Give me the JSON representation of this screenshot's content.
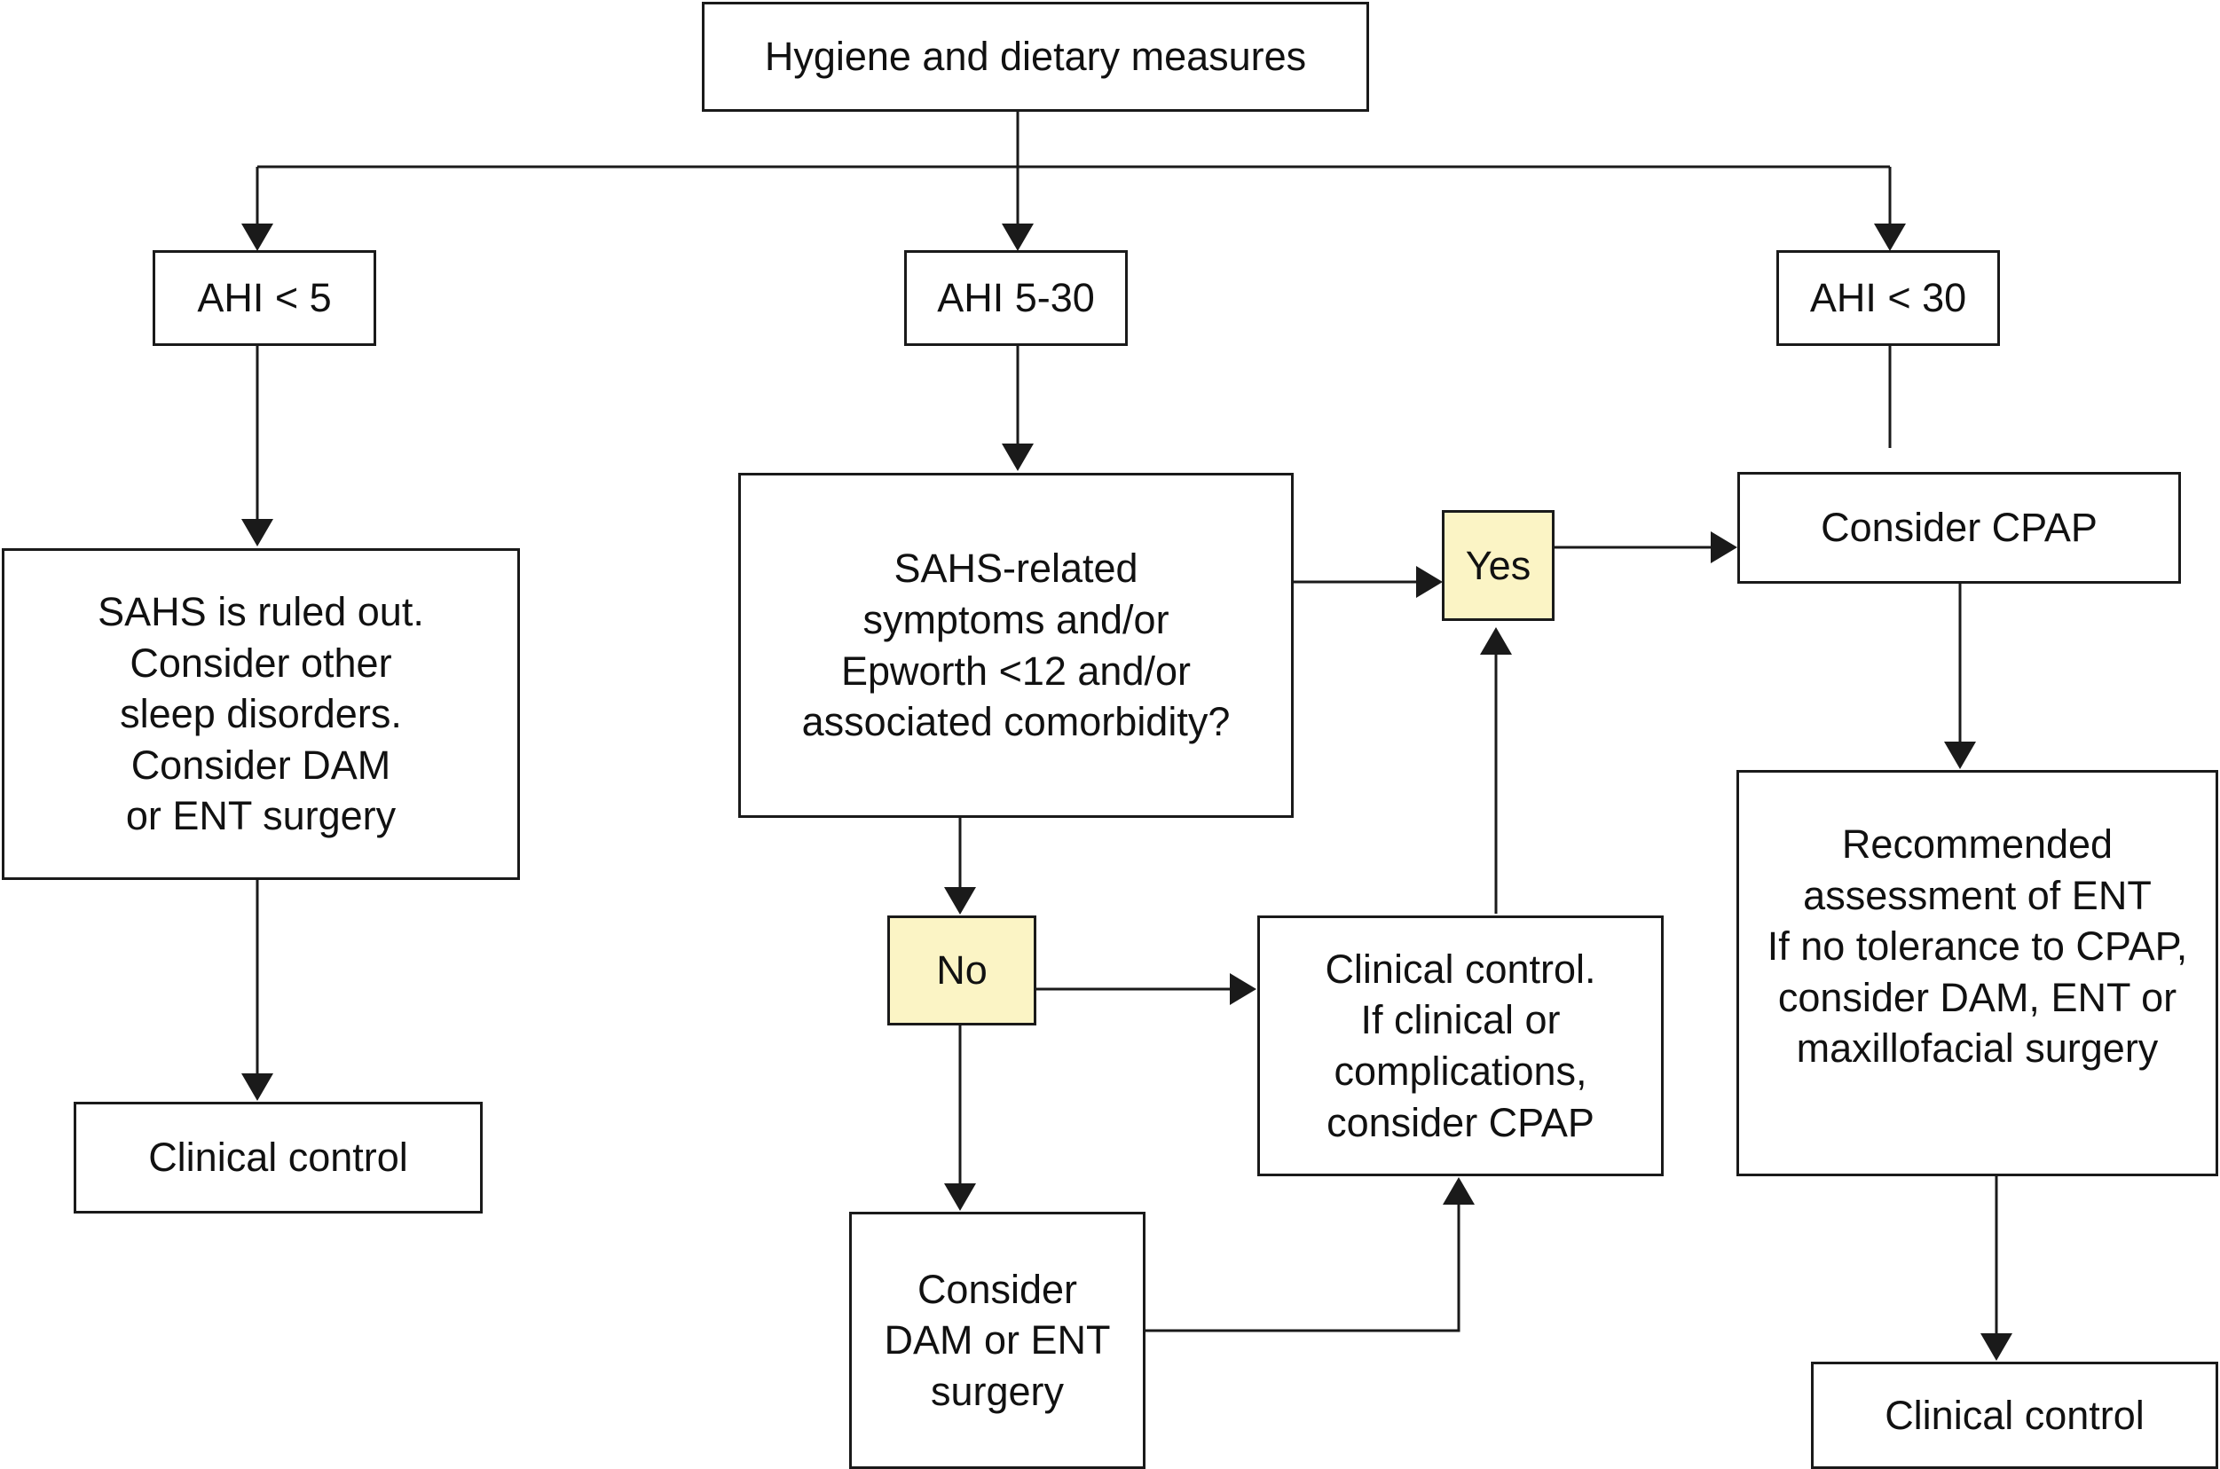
{
  "diagram": {
    "nodes": {
      "hygiene": "Hygiene and dietary measures",
      "ahi_lt5": "AHI < 5",
      "ahi_5_30": "AHI 5-30",
      "ahi_lt30": "AHI < 30",
      "sahs_ruled_out": "SAHS is ruled out.\nConsider other\nsleep disorders.\nConsider DAM\nor ENT surgery",
      "clinical_control_left": "Clinical control",
      "sahs_question": "SAHS-related\nsymptoms and/or\nEpworth <12 and/or\nassociated comorbidity?",
      "yes": "Yes",
      "no": "No",
      "clinical_control_mid": "Clinical control.\nIf clinical or\ncomplications,\nconsider CPAP",
      "consider_dam_ent": "Consider\nDAM or ENT\nsurgery",
      "consider_cpap": "Consider CPAP",
      "recommended_ent": "Recommended\nassessment of ENT\nIf no tolerance to CPAP,\nconsider DAM, ENT or\nmaxillofacial surgery",
      "clinical_control_right": "Clinical control"
    },
    "colors": {
      "decision_fill": "#fbf4c5",
      "box_fill": "#ffffff",
      "stroke": "#1a1a1a"
    }
  }
}
